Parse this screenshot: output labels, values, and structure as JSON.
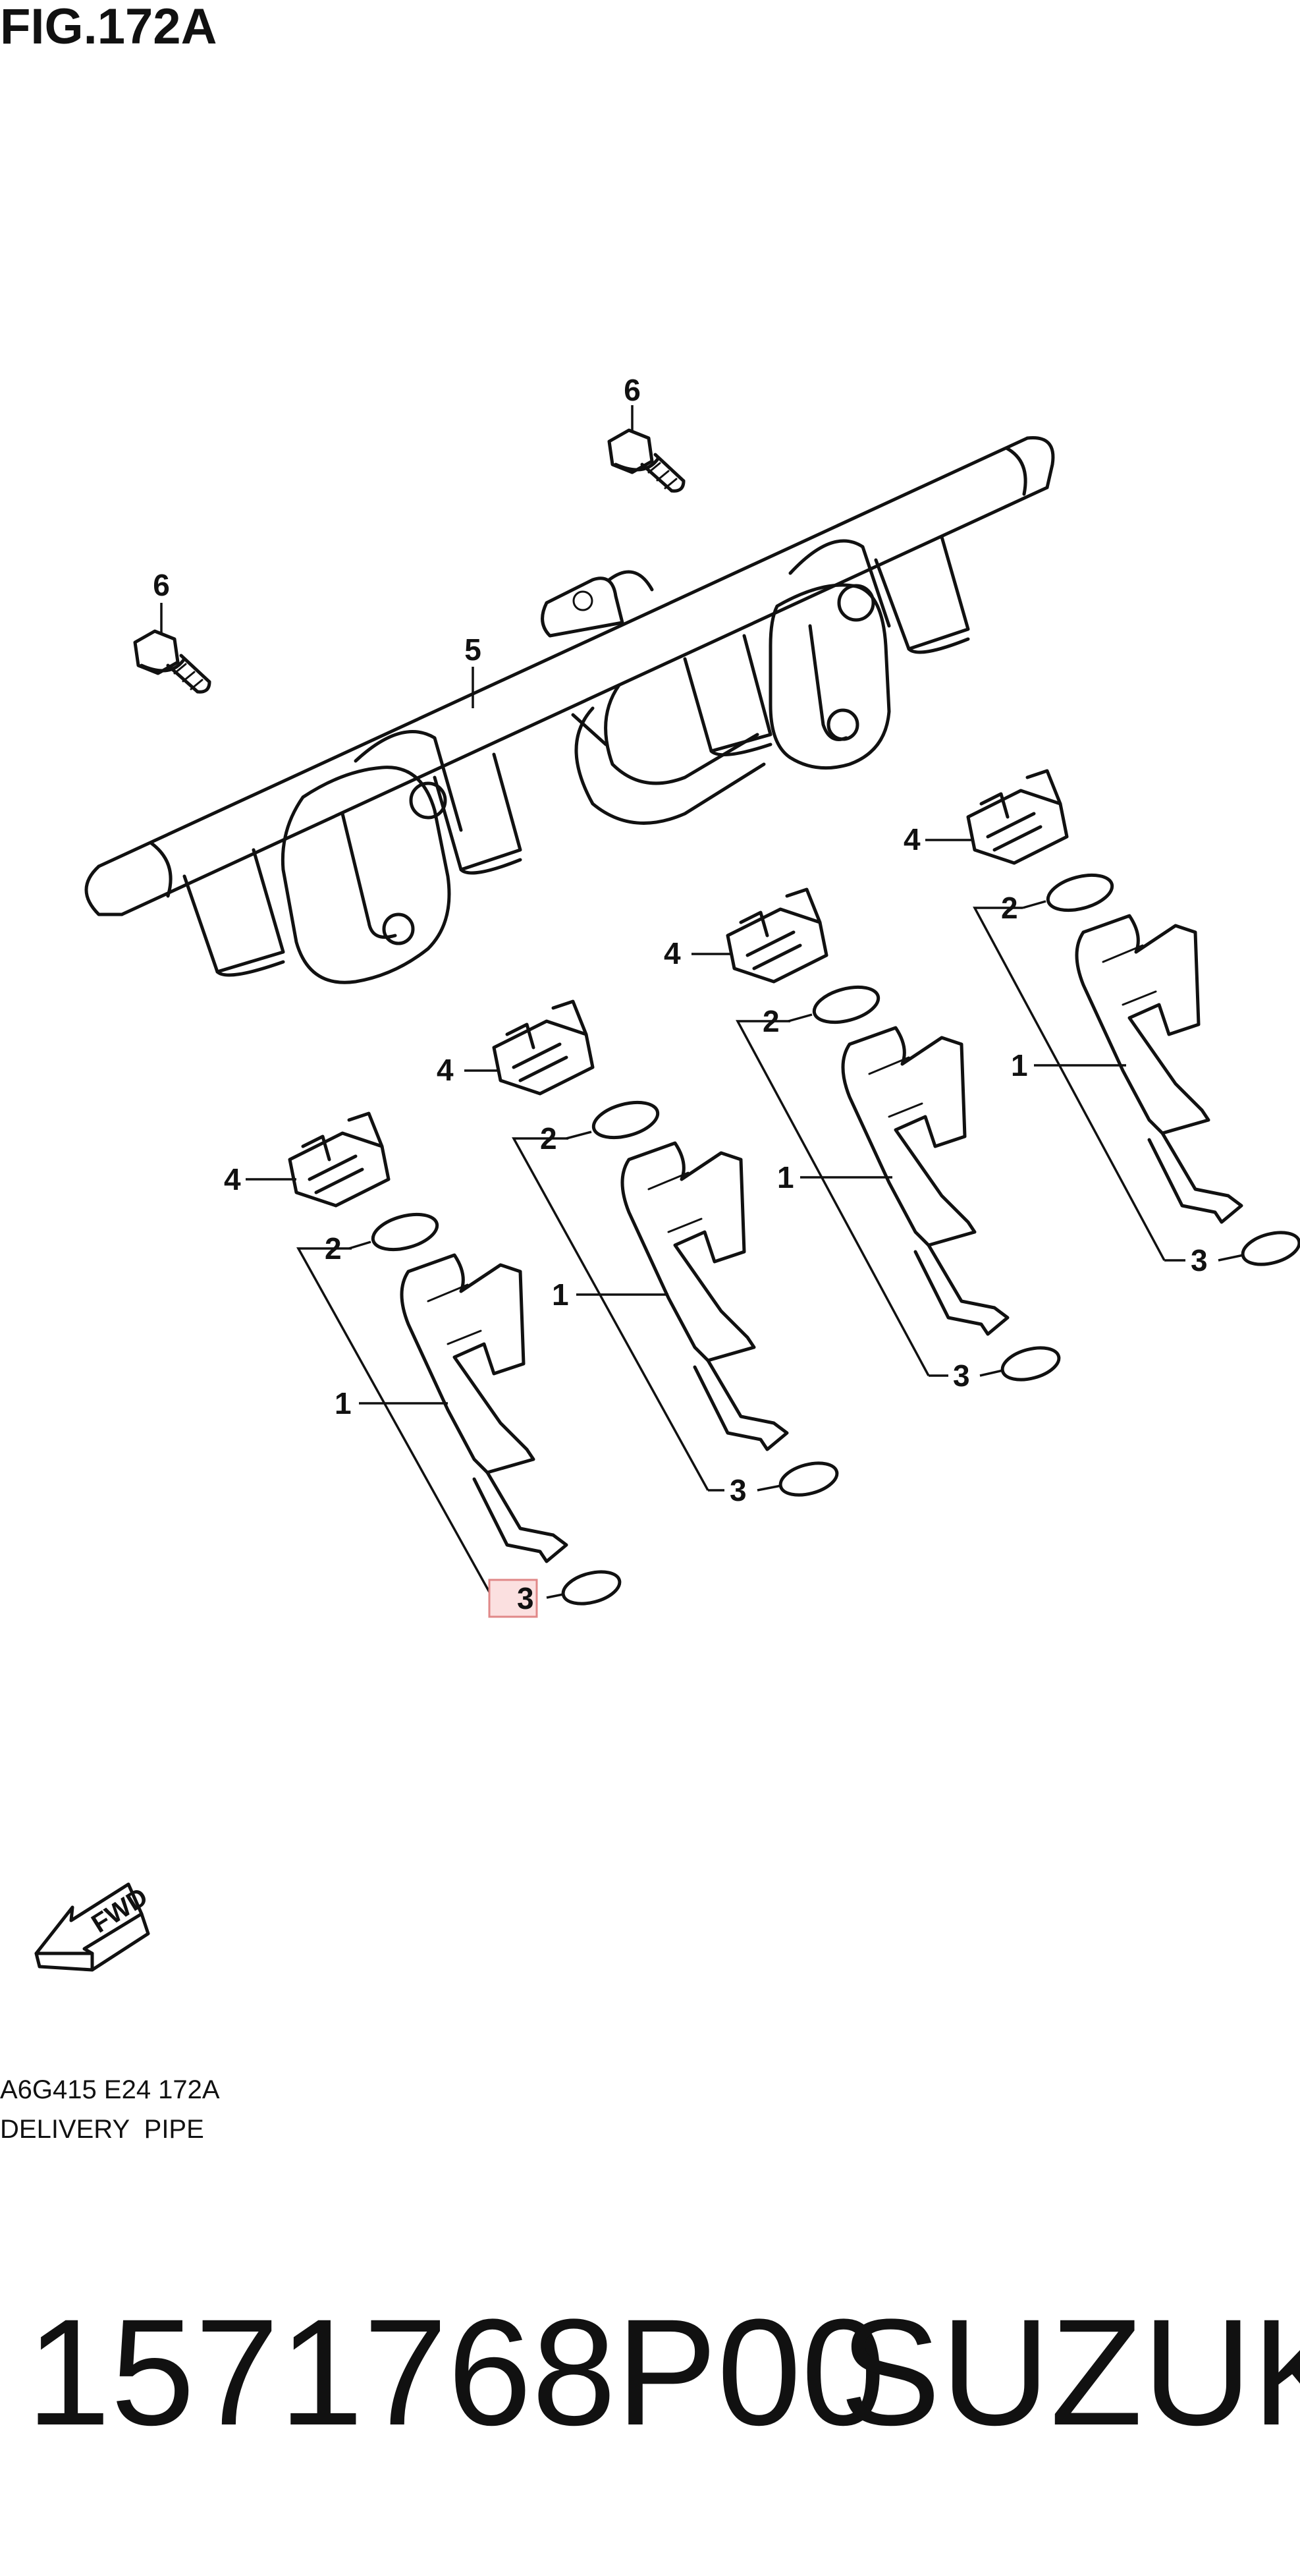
{
  "figure": {
    "title": "FIG.172A",
    "code": "A6G415 E24 172A",
    "name": "DELIVERY  PIPE"
  },
  "part": {
    "number": "1571768P00",
    "brand": "SUZUKI"
  },
  "direction_label": "FWD",
  "callouts": {
    "c1a": "1",
    "c1b": "1",
    "c1c": "1",
    "c1d": "1",
    "c2a": "2",
    "c2b": "2",
    "c2c": "2",
    "c2d": "2",
    "c3a": "3",
    "c3b": "3",
    "c3c": "3",
    "c3d": "3",
    "c4a": "4",
    "c4b": "4",
    "c4c": "4",
    "c4d": "4",
    "c5": "5",
    "c6a": "6",
    "c6b": "6"
  },
  "highlighted_callout": "3",
  "colors": {
    "ink": "#111111",
    "highlight_fill": "#fbe0e0",
    "highlight_stroke": "#e08888"
  }
}
